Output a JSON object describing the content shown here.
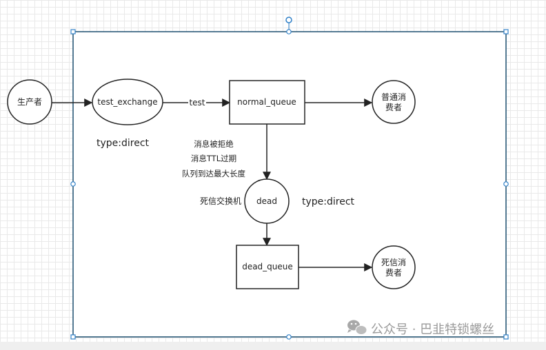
{
  "diagram": {
    "producer": "生产者",
    "exchange": "test_exchange",
    "exchange_type": "type:direct",
    "binding_key": "test",
    "normal_queue": "normal_queue",
    "normal_consumer_line1": "普通消",
    "normal_consumer_line2": "费者",
    "reason1": "消息被拒绝",
    "reason2": "消息TTL过期",
    "reason3": "队列到达最大长度",
    "dlx_label": "死信交换机",
    "dead_exchange": "dead",
    "dead_exchange_type": "type:direct",
    "dead_queue": "dead_queue",
    "dead_consumer_line1": "死信消",
    "dead_consumer_line2": "费者"
  },
  "watermark": {
    "text": "公众号 · 巴韭特锁螺丝",
    "icon": "wechat-icon"
  },
  "colors": {
    "stroke": "#222222",
    "selection": "#1a4d6e",
    "handle": "#2f80c8",
    "watermark": "#9a9a9a"
  }
}
